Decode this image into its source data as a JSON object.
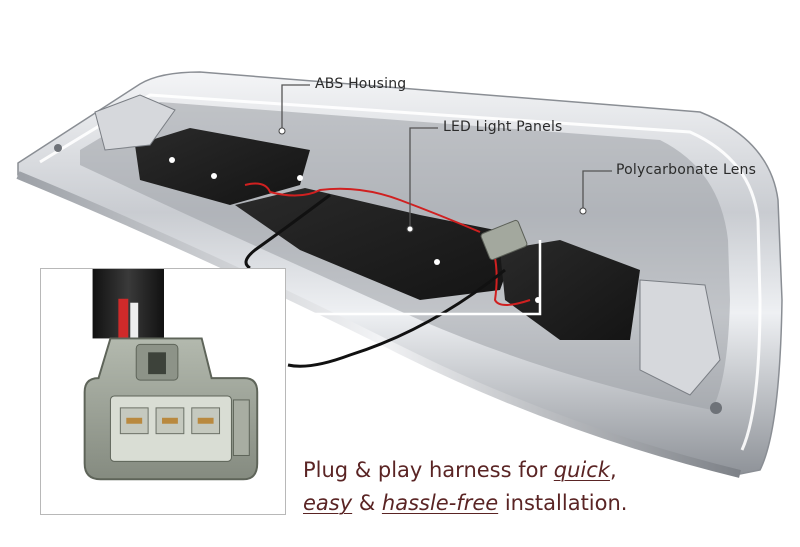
{
  "labels": {
    "abs_housing": "ABS Housing",
    "led_panels": "LED Light Panels",
    "lens": "Polycarbonate Lens"
  },
  "caption": {
    "line1_prefix": "Plug & play harness for ",
    "quick": "quick",
    "line1_suffix": ",",
    "easy": "easy",
    "amp": " & ",
    "hassle_free": "hassle-free",
    "line2_suffix": " installation."
  },
  "colors": {
    "caption_text": "#5a2424",
    "callout_text": "#2b2b2b",
    "chrome": "#dcdee2",
    "panel_black": "#1c1c1c",
    "connector_gray": "#9aa197",
    "wire_red": "#d02020"
  }
}
